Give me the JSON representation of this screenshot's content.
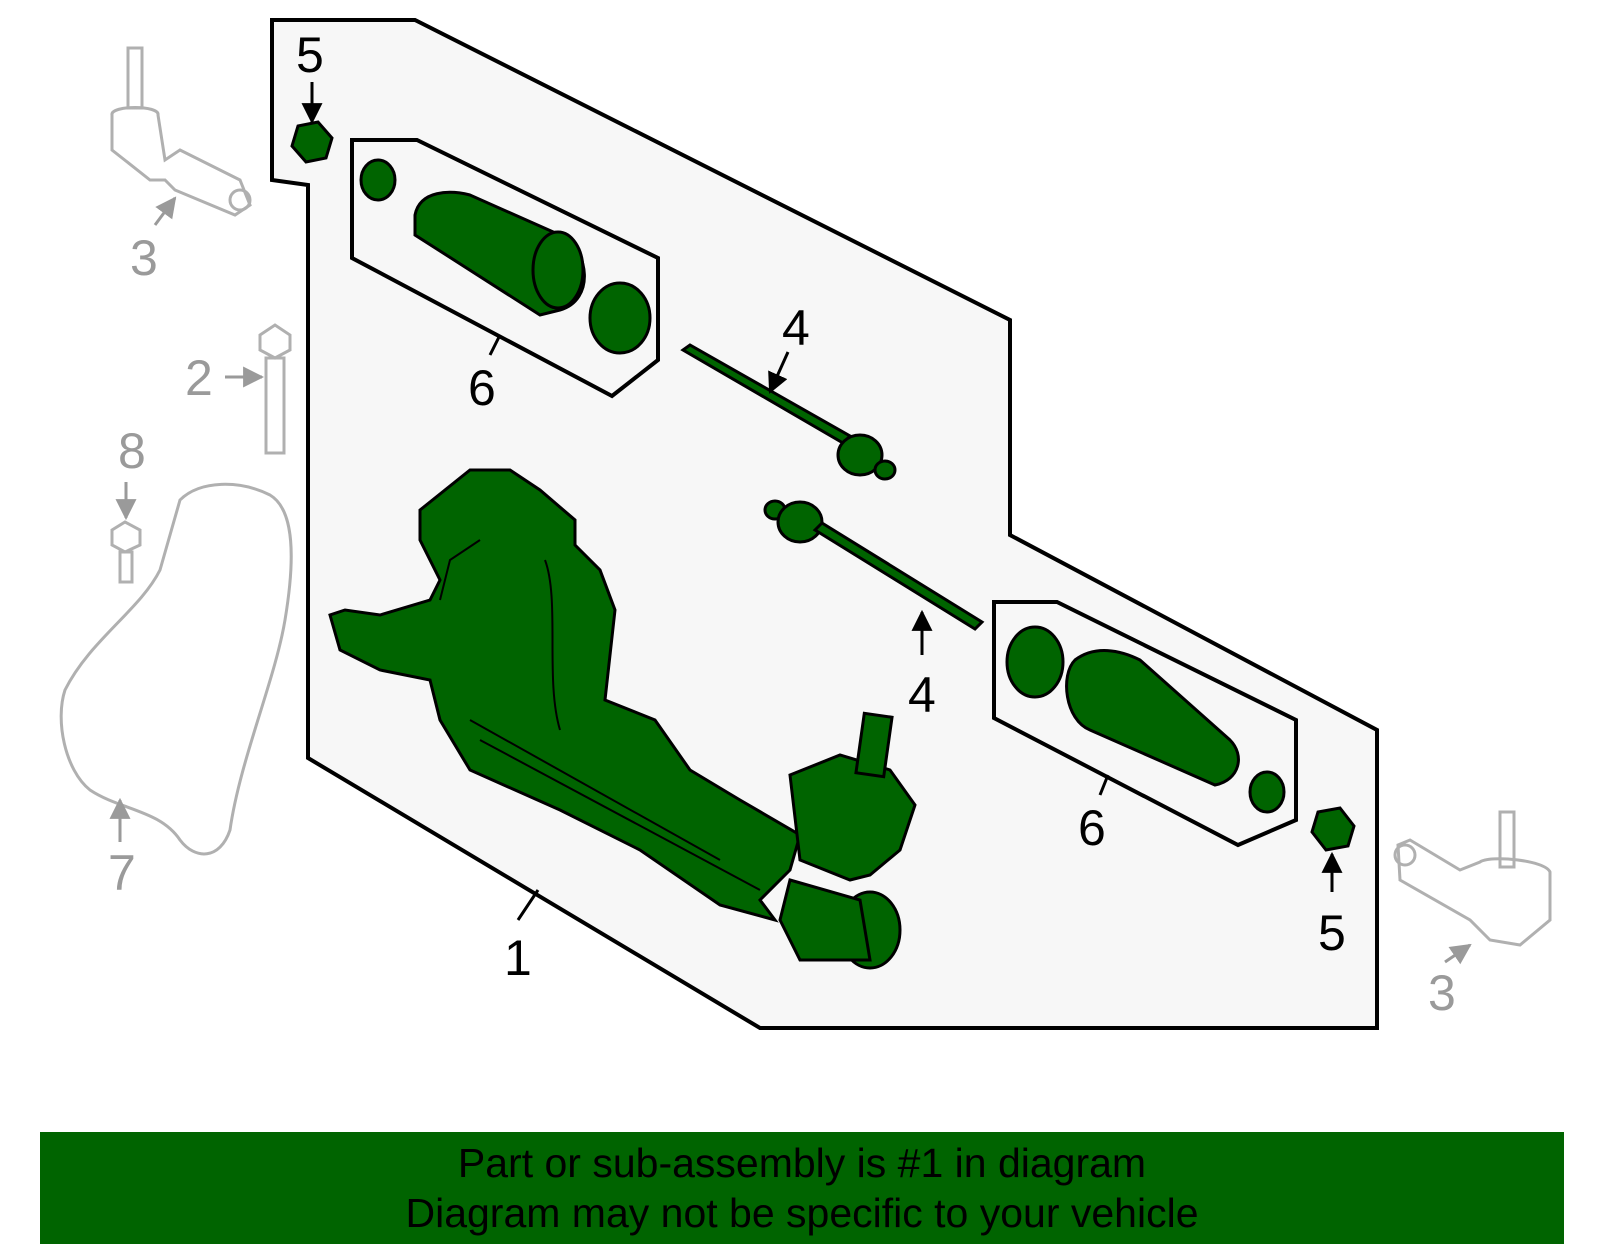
{
  "colors": {
    "highlight_part": "#006400",
    "other_part_outline": "#b0b0b0",
    "group_fill": "#f7f7f7",
    "banner_background": "#006400",
    "banner_text": "#000000"
  },
  "callouts": [
    {
      "id": "c5a",
      "label": "5",
      "part": "nut",
      "emphasis": "dark"
    },
    {
      "id": "c3a",
      "label": "3",
      "part": "outer tie rod end",
      "emphasis": "gray"
    },
    {
      "id": "c6a",
      "label": "6",
      "part": "boot kit",
      "emphasis": "dark"
    },
    {
      "id": "c4a",
      "label": "4",
      "part": "inner tie rod",
      "emphasis": "dark"
    },
    {
      "id": "c2",
      "label": "2",
      "part": "bolt",
      "emphasis": "gray"
    },
    {
      "id": "c8",
      "label": "8",
      "part": "bolt",
      "emphasis": "gray"
    },
    {
      "id": "c7",
      "label": "7",
      "part": "heat shield",
      "emphasis": "gray"
    },
    {
      "id": "c1",
      "label": "1",
      "part": "steering gear",
      "emphasis": "dark"
    },
    {
      "id": "c4b",
      "label": "4",
      "part": "inner tie rod",
      "emphasis": "dark"
    },
    {
      "id": "c6b",
      "label": "6",
      "part": "boot kit",
      "emphasis": "dark"
    },
    {
      "id": "c5b",
      "label": "5",
      "part": "nut",
      "emphasis": "dark"
    },
    {
      "id": "c3b",
      "label": "3",
      "part": "outer tie rod end",
      "emphasis": "gray"
    }
  ],
  "banner": {
    "line1": "Part or sub-assembly is #1 in diagram",
    "line2": "Diagram may not be specific to your vehicle"
  }
}
